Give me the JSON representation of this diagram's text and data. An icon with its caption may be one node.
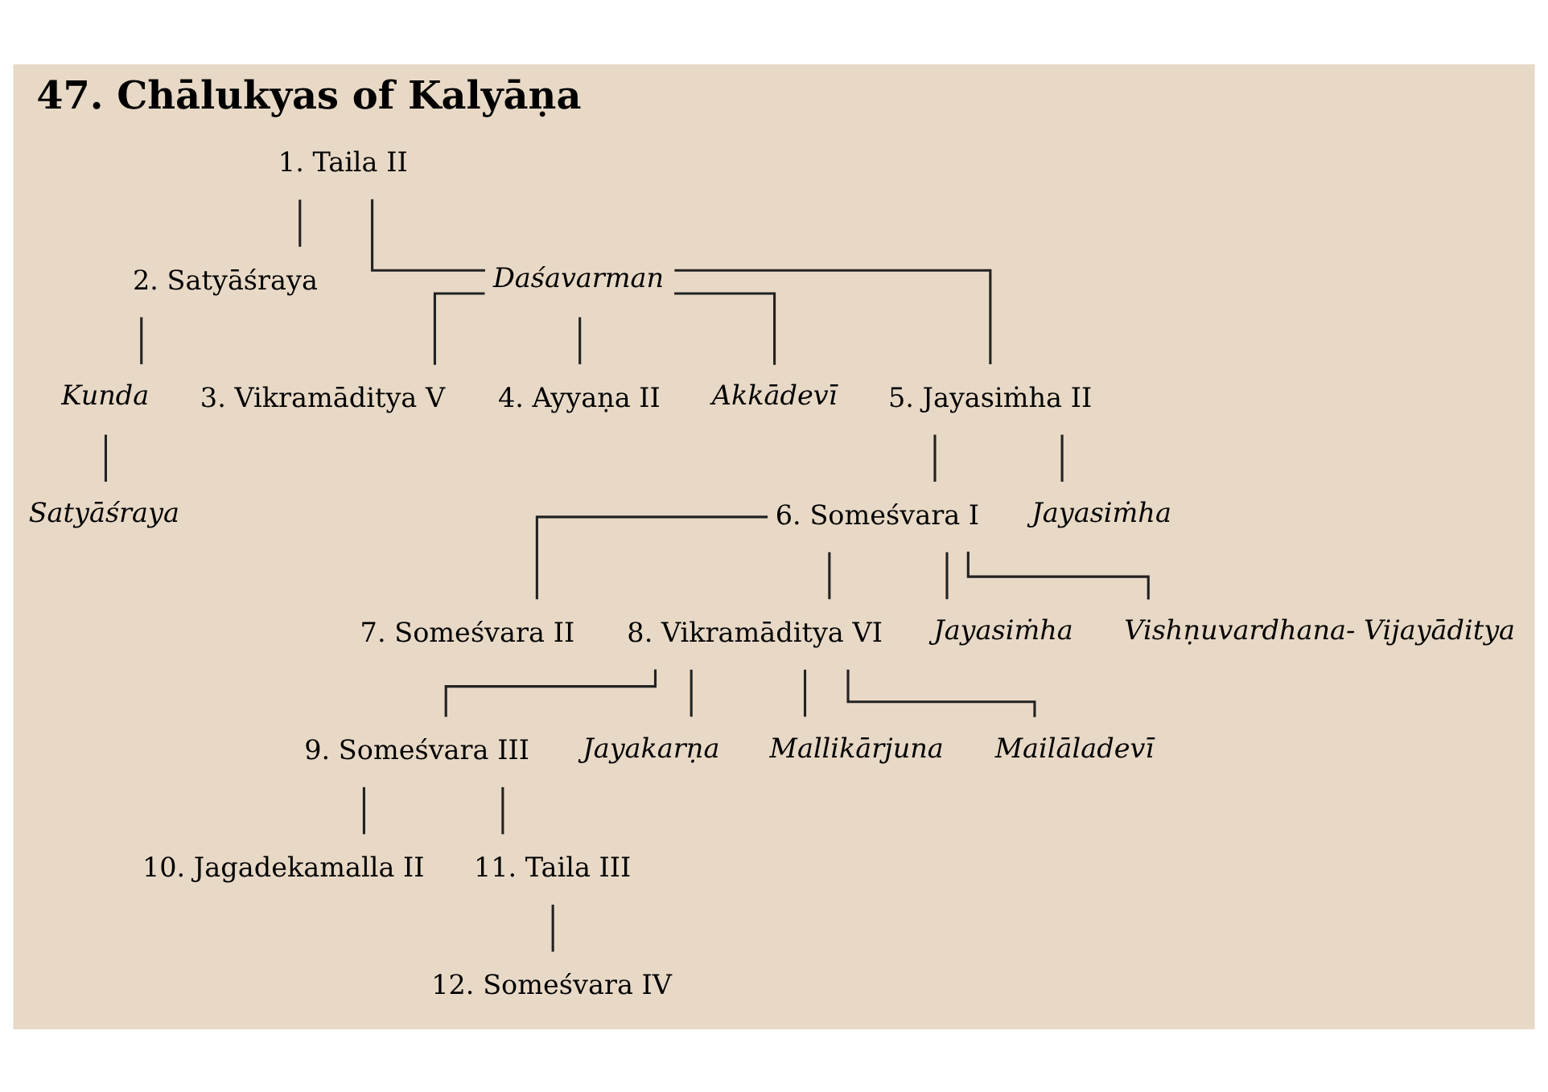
{
  "diagram": {
    "title": "47. Chālukyas of Kalyāṇa",
    "nodes": [
      {
        "text": [
          "1. Taila II"
        ]
      },
      {
        "text": [
          "2. Satyāśraya"
        ]
      },
      {
        "text": [
          "Daśavarman"
        ]
      },
      {
        "text": [
          "Kunda"
        ]
      },
      {
        "text": [
          "Satyāśraya"
        ]
      },
      {
        "text": [
          "3. Vikramāditya V"
        ]
      },
      {
        "text": [
          "4. Ayyaṇa II"
        ]
      },
      {
        "text": [
          "Akkādevī"
        ]
      },
      {
        "text": [
          "5. Jayasiṁha II"
        ]
      },
      {
        "text": [
          "6. Someśvara I"
        ]
      },
      {
        "text": [
          "Jayasiṁha"
        ]
      },
      {
        "text": [
          "7. Someśvara II"
        ]
      },
      {
        "text": [
          "8. Vikramāditya VI"
        ]
      },
      {
        "text": [
          "Jayasiṁha"
        ]
      },
      {
        "text": [
          "Vishṇuvardhana- Vijayāditya"
        ]
      },
      {
        "text": [
          "9. Someśvara III"
        ]
      },
      {
        "text": [
          "Jayakarṇa"
        ]
      },
      {
        "text": [
          "Mallikārjuna"
        ]
      },
      {
        "text": [
          "Mailāladevī"
        ]
      },
      {
        "text": [
          "10. Jagadekamalla II"
        ]
      },
      {
        "text": [
          "11. Taila III"
        ]
      },
      {
        "text": [
          "12. Someśvara IV"
        ]
      }
    ],
    "edges": [
      {
        "from": 0,
        "to": 1,
        "arrow": "none"
      },
      {
        "from": 0,
        "to": 2,
        "arrow": "none"
      },
      {
        "from": 1,
        "to": 3,
        "arrow": "none"
      },
      {
        "from": 3,
        "to": 4,
        "arrow": "none"
      },
      {
        "from": 2,
        "to": 5,
        "arrow": "none"
      },
      {
        "from": 2,
        "to": 6,
        "arrow": "none"
      },
      {
        "from": 2,
        "to": 7,
        "arrow": "none"
      },
      {
        "from": 2,
        "to": 8,
        "arrow": "none"
      },
      {
        "from": 8,
        "to": 9,
        "arrow": "none"
      },
      {
        "from": 8,
        "to": 10,
        "arrow": "none"
      },
      {
        "from": 9,
        "to": 11,
        "arrow": "none"
      },
      {
        "from": 9,
        "to": 12,
        "arrow": "none"
      },
      {
        "from": 9,
        "to": 13,
        "arrow": "none"
      },
      {
        "from": 9,
        "to": 14,
        "arrow": "none"
      },
      {
        "from": 12,
        "to": 15,
        "arrow": "none"
      },
      {
        "from": 12,
        "to": 16,
        "arrow": "none"
      },
      {
        "from": 12,
        "to": 17,
        "arrow": "none"
      },
      {
        "from": 12,
        "to": 18,
        "arrow": "none"
      },
      {
        "from": 15,
        "to": 19,
        "arrow": "none"
      },
      {
        "from": 15,
        "to": 20,
        "arrow": "none"
      },
      {
        "from": 20,
        "to": 21,
        "arrow": "none"
      }
    ]
  }
}
